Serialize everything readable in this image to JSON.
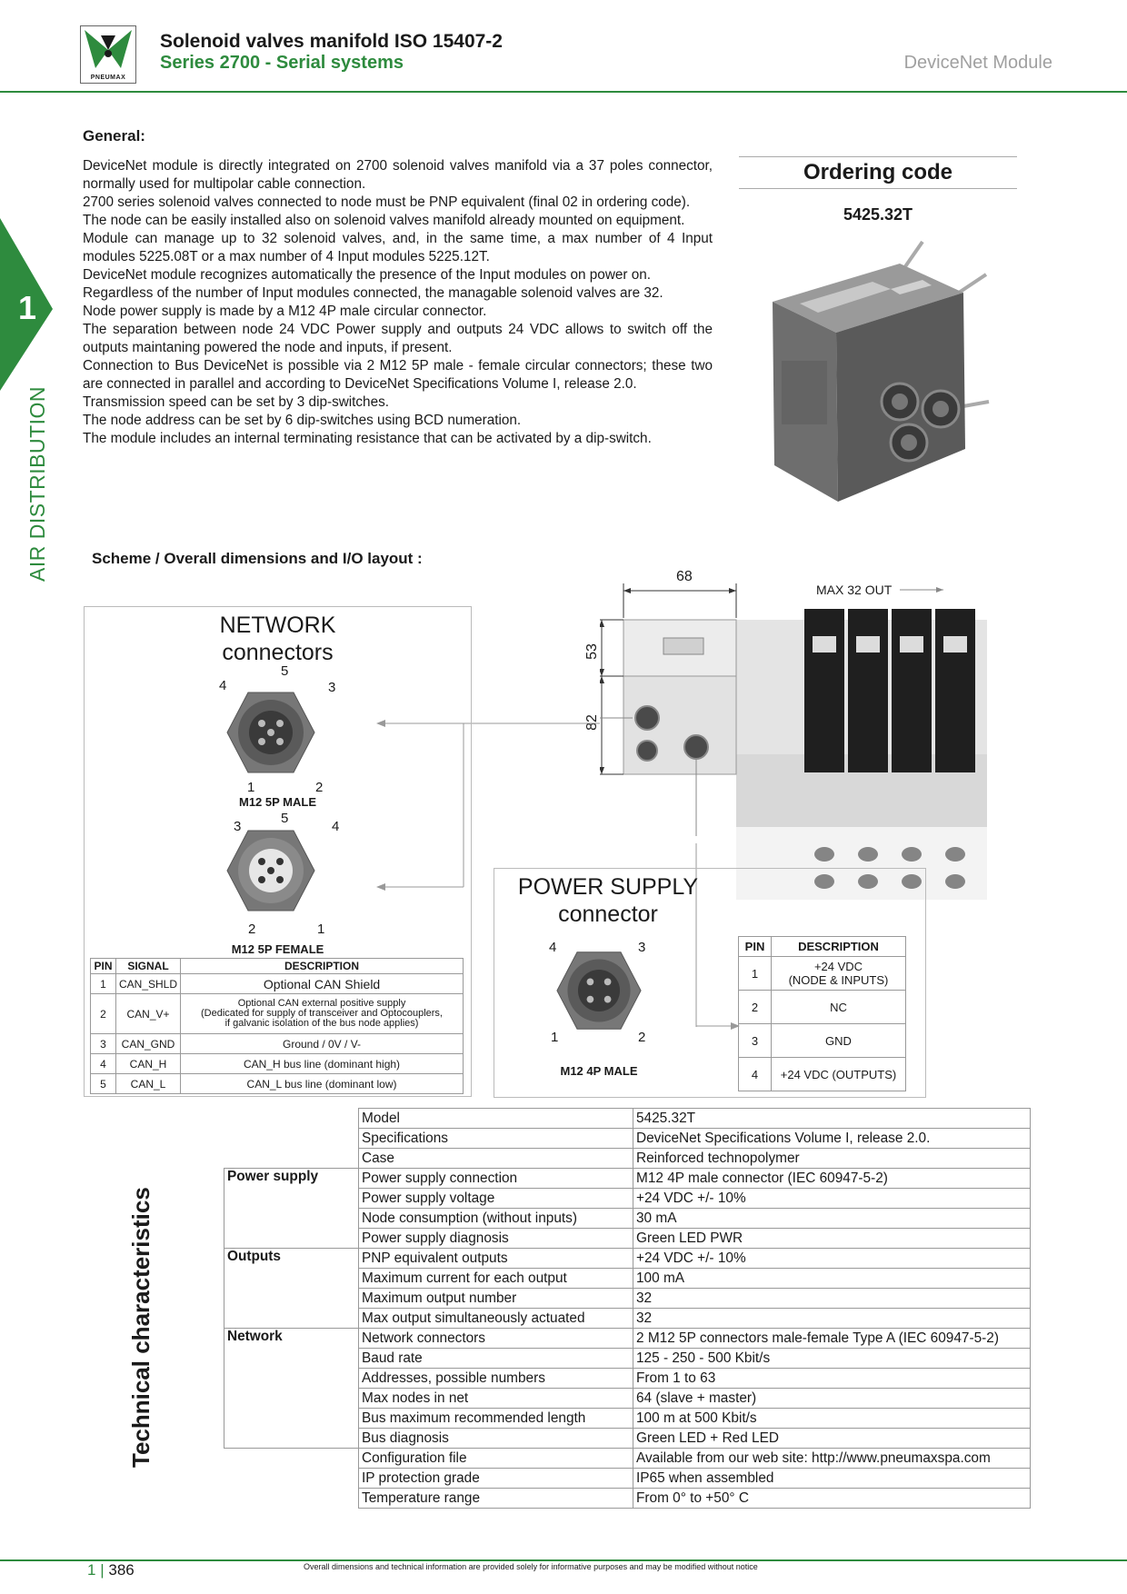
{
  "header": {
    "logo_text": "PNEUMAX",
    "title_line1": "Solenoid valves manifold ISO 15407-2",
    "title_line2": "Series 2700 - Serial systems",
    "module_name": "DeviceNet Module"
  },
  "side": {
    "number": "1",
    "section": "AIR DISTRIBUTION"
  },
  "general": {
    "heading": "General:",
    "paragraphs": [
      "DeviceNet module is directly integrated on 2700 solenoid valves manifold via a 37 poles connector, normally used for multipolar cable connection.",
      "2700 series solenoid valves connected to node must be PNP equivalent (final 02 in ordering code).",
      "The node can be easily installed also on solenoid valves manifold already mounted on equipment.",
      "Module can manage up to 32 solenoid valves, and, in the same time, a max number of 4 Input modules 5225.08T or a max number of 4 Input modules 5225.12T.",
      "DeviceNet module recognizes automatically the presence of the Input modules on power on.",
      "Regardless of the number of Input modules connected, the managable solenoid valves are 32.",
      "Node power supply is made by a M12 4P male circular connector.",
      "The separation between node 24 VDC Power supply and outputs 24 VDC allows to switch off the outputs maintaning powered the node and inputs, if present.",
      "Connection to Bus DeviceNet is possible via 2 M12 5P male - female circular connectors; these two are connected in parallel and according to DeviceNet Specifications Volume I, release 2.0.",
      "Transmission speed can be set by 3 dip-switches.",
      "The node address can be set by 6 dip-switches using BCD numeration.",
      "The module includes an internal terminating resistance that can be activated by a dip-switch."
    ]
  },
  "ordering": {
    "title": "Ordering code",
    "code": "5425.32T"
  },
  "scheme": {
    "heading": "Scheme / Overall dimensions and I/O layout :",
    "network_title_line1": "NETWORK",
    "network_title_line2": "connectors",
    "male_label": "M12 5P MALE",
    "female_label": "M12 5P FEMALE",
    "male_pins": {
      "p1": "1",
      "p2": "2",
      "p3": "3",
      "p4": "4",
      "p5": "5"
    },
    "female_pins": {
      "p1": "1",
      "p2": "2",
      "p3": "3",
      "p4": "4",
      "p5": "5"
    },
    "dim_width": "68",
    "dim_h1": "53",
    "dim_h2": "82",
    "max_out": "MAX 32 OUT",
    "network_table": {
      "headers": [
        "PIN",
        "SIGNAL",
        "DESCRIPTION"
      ],
      "rows": [
        {
          "pin": "1",
          "signal": "CAN_SHLD",
          "desc": "Optional CAN Shield"
        },
        {
          "pin": "2",
          "signal": "CAN_V+",
          "desc1": "Optional CAN external positive supply",
          "desc2": "(Dedicated for supply of transceiver and Optocouplers,",
          "desc3": "if galvanic isolation of the bus node applies)"
        },
        {
          "pin": "3",
          "signal": "CAN_GND",
          "desc": "Ground / 0V / V-"
        },
        {
          "pin": "4",
          "signal": "CAN_H",
          "desc": "CAN_H bus line (dominant high)"
        },
        {
          "pin": "5",
          "signal": "CAN_L",
          "desc": "CAN_L bus line (dominant low)"
        }
      ]
    },
    "power_title_line1": "POWER SUPPLY",
    "power_title_line2": "connector",
    "power_label": "M12 4P MALE",
    "power_pins": {
      "p1": "1",
      "p2": "2",
      "p3": "3",
      "p4": "4"
    },
    "power_table": {
      "headers": [
        "PIN",
        "DESCRIPTION"
      ],
      "rows": [
        {
          "pin": "1",
          "desc1": "+24 VDC",
          "desc2": "(NODE & INPUTS)"
        },
        {
          "pin": "2",
          "desc": "NC"
        },
        {
          "pin": "3",
          "desc": "GND"
        },
        {
          "pin": "4",
          "desc": "+24 VDC (OUTPUTS)"
        }
      ]
    }
  },
  "tech": {
    "label": "Technical characteristics",
    "rows": [
      {
        "group": "",
        "param": "Model",
        "value": "5425.32T"
      },
      {
        "group": "",
        "param": "Specifications",
        "value": "DeviceNet Specifications Volume I, release 2.0."
      },
      {
        "group": "",
        "param": "Case",
        "value": "Reinforced technopolymer"
      },
      {
        "group": "Power supply",
        "param": "Power supply connection",
        "value": "M12 4P male connector (IEC 60947-5-2)"
      },
      {
        "group": "",
        "param": "Power supply voltage",
        "value": "+24 VDC +/- 10%"
      },
      {
        "group": "",
        "param": "Node consumption (without inputs)",
        "value": "30 mA"
      },
      {
        "group": "",
        "param": "Power supply diagnosis",
        "value": "Green LED PWR"
      },
      {
        "group": "Outputs",
        "param": "PNP equivalent outputs",
        "value": "+24 VDC +/- 10%"
      },
      {
        "group": "",
        "param": "Maximum current for each output",
        "value": "100 mA"
      },
      {
        "group": "",
        "param": "Maximum output number",
        "value": "32"
      },
      {
        "group": "",
        "param": "Max output simultaneously actuated",
        "value": "32"
      },
      {
        "group": "Network",
        "param": "Network connectors",
        "value": "2 M12 5P connectors male-female Type A (IEC 60947-5-2)"
      },
      {
        "group": "",
        "param": "Baud rate",
        "value": "125 - 250 - 500 Kbit/s"
      },
      {
        "group": "",
        "param": "Addresses, possible numbers",
        "value": "From 1 to 63"
      },
      {
        "group": "",
        "param": "Max nodes in net",
        "value": "64 (slave + master)"
      },
      {
        "group": "",
        "param": "Bus maximum recommended length",
        "value": "100 m at 500 Kbit/s"
      },
      {
        "group": "",
        "param": "Bus diagnosis",
        "value": "Green LED + Red LED"
      },
      {
        "group": "",
        "param": "Configuration file",
        "value": "Available from our web site: http://www.pneumaxspa.com"
      },
      {
        "group": "",
        "param": "IP protection grade",
        "value": "IP65 when assembled"
      },
      {
        "group": "",
        "param": "Temperature range",
        "value": "From 0° to +50° C"
      }
    ]
  },
  "footer": {
    "section_num": "1",
    "separator": "|",
    "page": "386",
    "disclaimer": "Overall dimensions and technical information are provided solely for informative purposes and may be modified without notice"
  },
  "colors": {
    "brand_green": "#2e8b3e"
  }
}
